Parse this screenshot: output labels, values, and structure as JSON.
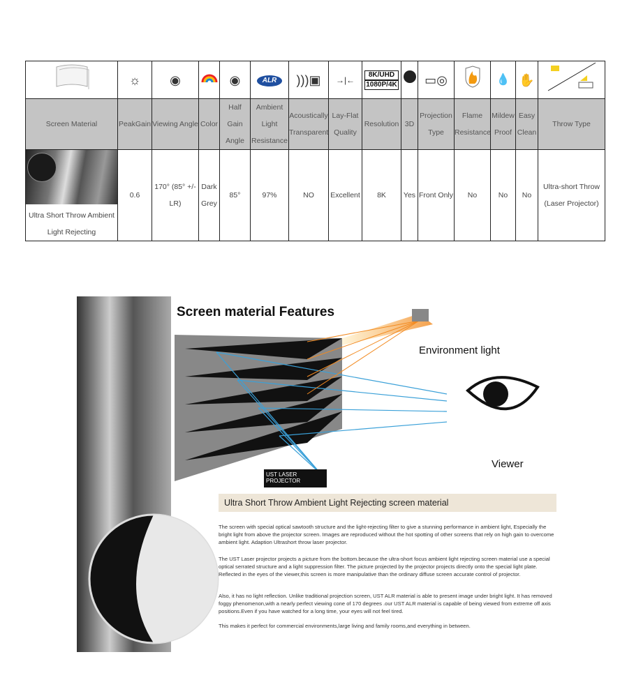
{
  "table": {
    "icon_names": [
      "paper-sheet-icon",
      "sun-icon",
      "eye-angle-icon",
      "rainbow-icon",
      "eye-half-gain-icon",
      "alr-badge-icon",
      "sound-speaker-icon",
      "lay-flat-arrows-icon",
      "resolution-badge-icon",
      "3d-icon",
      "projector-icon",
      "flame-shield-icon",
      "water-drops-icon",
      "clean-hand-icon",
      "throw-projector-icon"
    ],
    "resolution_badge": [
      "8K/UHD",
      "1080P/4K"
    ],
    "alr_badge": "ALR",
    "headers": [
      "Screen Material",
      "PeakGain",
      "Viewing Angle",
      "Color",
      "Half Gain Angle",
      "Ambient Light Resistance",
      "Acoustically Transparent",
      "Lay-Flat Quality",
      "Resolution",
      "3D",
      "Projection Type",
      "Flame Resistance",
      "Mildew Proof",
      "Easy Clean",
      "Throw Type"
    ],
    "row": [
      "Ultra Short Throw Ambient Light Rejecting",
      "0.6",
      "170° (85° +/- LR)",
      "Dark Grey",
      "85°",
      "97%",
      "NO",
      "Excellent",
      "8K",
      "Yes",
      "Front Only",
      "No",
      "No",
      "No",
      "Ultra-short Throw (Laser Projector)"
    ]
  },
  "features": {
    "title": "Screen material Features",
    "environment_light": "Environment light",
    "viewer": "Viewer",
    "projector_label": "UST LASER PROJECTOR",
    "banner": "Ultra Short Throw Ambient Light Rejecting screen material",
    "paragraphs": [
      "The  screen  with special optical sawtooth  structure and the light-rejecting  filter to give a stunning performance in ambient light, Especially the bright light from above the projector screen.        Images are reproduced without the hot spotting of other screens that rely on high gain to overcome ambient light. Adaption Ultrashort throw laser projector.",
      "The UST Laser projector projects a picture from the bottom.because the ultra-short focus ambient light rejecting screen material use a special optical serrated structure and a light suppression filter. The picture projected by the projector projects directly onto the special light plate.         Reflected in the eyes of the viewer,this screen is more manipulative than the ordinary diffuse screen accurate control of projector.",
      "Also,  it has no light reflection. Unlike traditional projection  screen,  UST ALR material is able to present image under bright light. It has removed foggy phenomenon,with a nearly perfect viewing cone  of 170 degrees .our UST ALR material is capable of being viewed from extreme off axis positions.Even if you have watched for a long time, your eyes will not feel tired.",
      "This makes it perfect  for commercial environments,large living and family rooms,and everything in between."
    ]
  }
}
